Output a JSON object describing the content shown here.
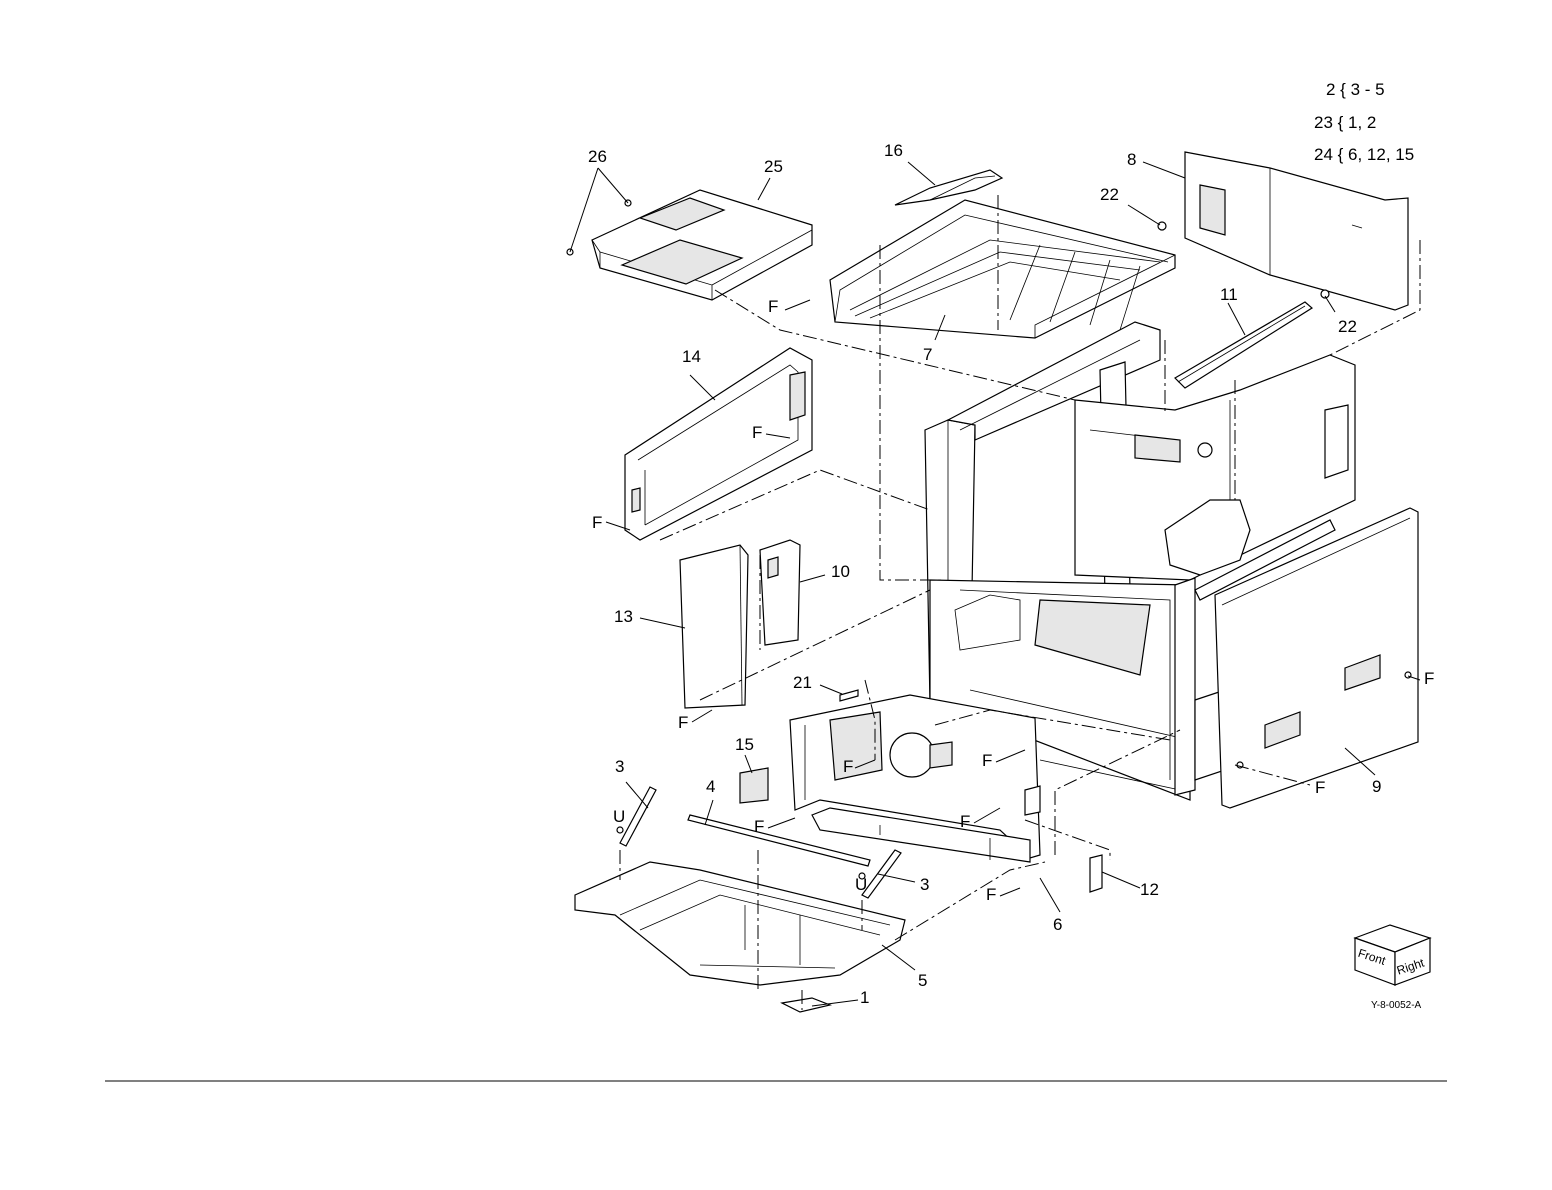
{
  "legend": {
    "lines": [
      "2 { 3 - 5",
      "23 { 1, 2",
      "24 { 6, 12, 15"
    ]
  },
  "callouts": {
    "c1": "1",
    "c3a": "3",
    "c3b": "3",
    "c4": "4",
    "c5": "5",
    "c6": "6",
    "c7": "7",
    "c8": "8",
    "c9": "9",
    "c10": "10",
    "c11": "11",
    "c12": "12",
    "c13": "13",
    "c14": "14",
    "c15": "15",
    "c16": "16",
    "c21": "21",
    "c22a": "22",
    "c22b": "22",
    "c25": "25",
    "c26": "26"
  },
  "fasteners": {
    "f_letter": "F",
    "u_letter": "U"
  },
  "orientation_cube": {
    "front": "Front",
    "right": "Right"
  },
  "figure_id": "Y-8-0052-A"
}
